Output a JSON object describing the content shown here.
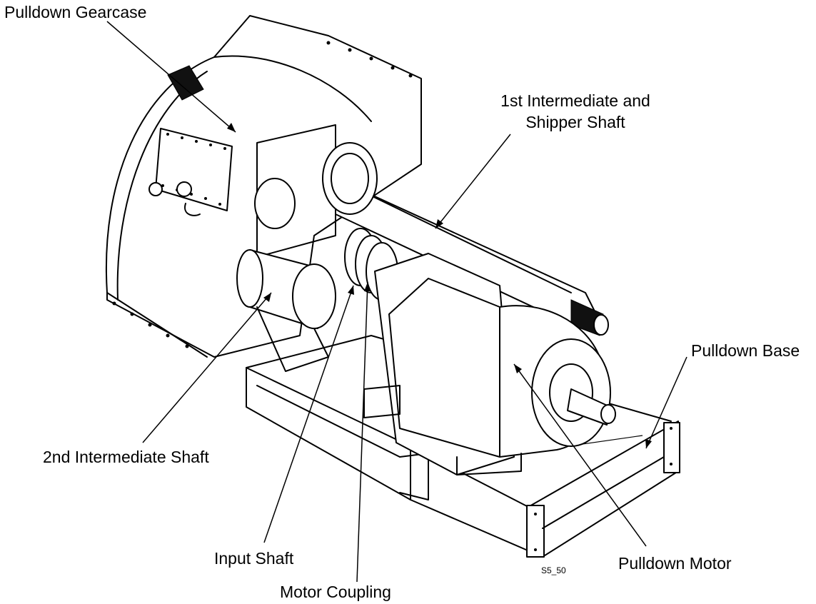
{
  "labels": {
    "gearcase": "Pulldown Gearcase",
    "first_intermediate_line1": "1st Intermediate and",
    "first_intermediate_line2": "Shipper Shaft",
    "base": "Pulldown Base",
    "second_intermediate": "2nd Intermediate Shaft",
    "input_shaft": "Input Shaft",
    "motor_coupling": "Motor Coupling",
    "motor": "Pulldown Motor",
    "figure_id": "S5_50"
  },
  "colors": {
    "ink": "#000000",
    "paper": "#ffffff"
  }
}
